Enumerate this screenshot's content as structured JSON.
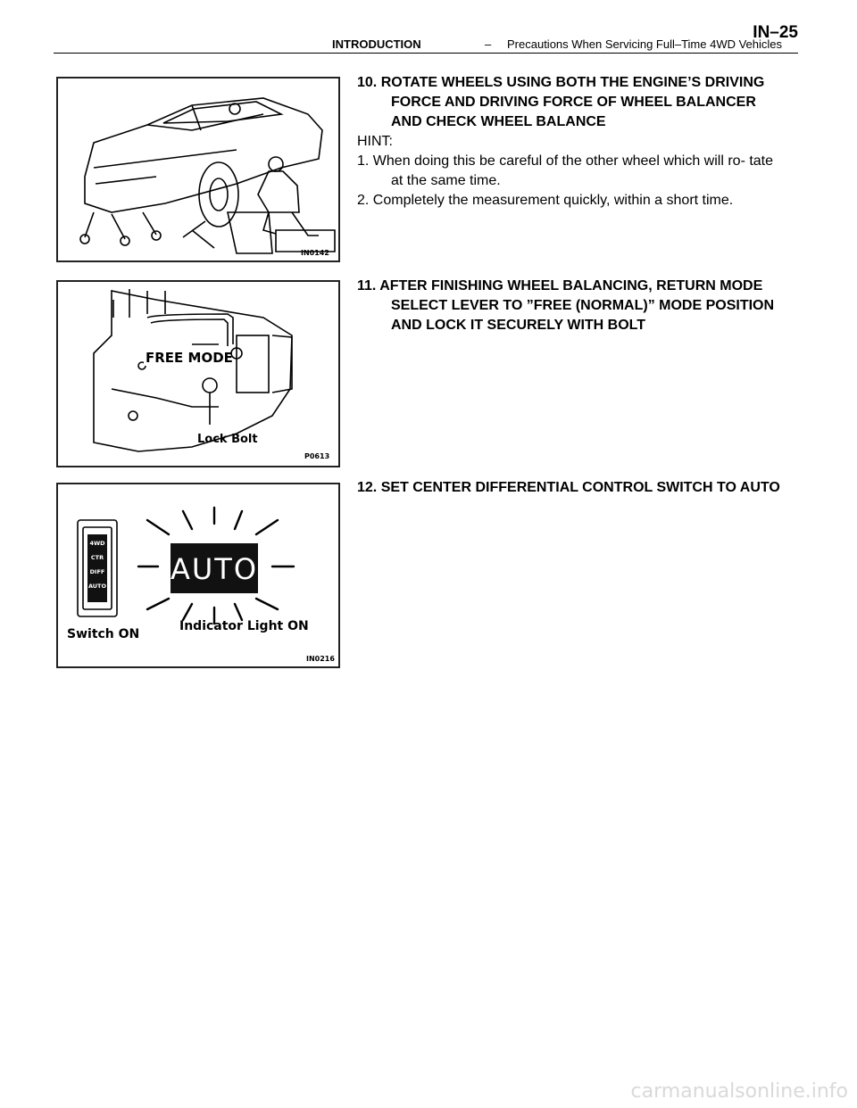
{
  "header": {
    "section": "INTRODUCTION",
    "dash": "–",
    "subtitle": "Precautions When Servicing Full–Time 4WD Vehicles",
    "page": "IN–25"
  },
  "steps": [
    {
      "title": "10. ROTATE WHEELS USING BOTH THE ENGINE’S DRIVING FORCE AND DRIVING FORCE OF WHEEL BALANCER AND CHECK WHEEL BALANCE",
      "hint_label": "HINT:",
      "items": [
        "1. When doing this be careful of the other wheel which will ro- tate at the same time.",
        "2. Completely the measurement quickly, within a short time."
      ],
      "figure_code": "IN0142"
    },
    {
      "title": "11. AFTER FINISHING WHEEL BALANCING, RETURN MODE SELECT LEVER TO ”FREE (NORMAL)” MODE POSITION AND LOCK IT SECURELY WITH BOLT",
      "figure_code": "P0613",
      "callouts": [
        "FREE MODE",
        "Lock Bolt"
      ]
    },
    {
      "title": "12. SET CENTER DIFFERENTIAL CONTROL SWITCH TO AUTO",
      "figure_code": "IN0216",
      "display_text": "AUTO",
      "switch_labels": [
        "4WD",
        "CTR",
        "DIFF",
        "AUTO"
      ],
      "callouts": [
        "Switch ON",
        "Indicator Light ON"
      ]
    }
  ],
  "watermark": "carmanualsonline.info"
}
